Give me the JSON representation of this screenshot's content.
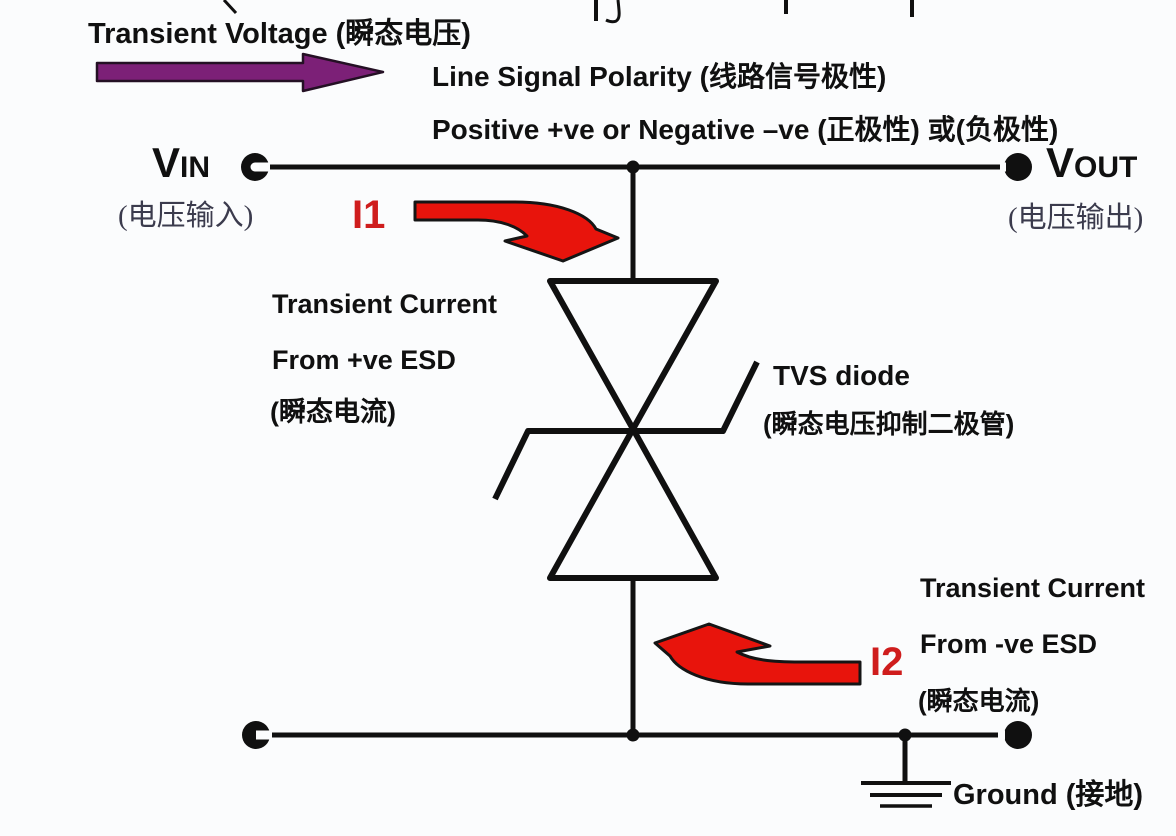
{
  "colors": {
    "background": "#fbfcfd",
    "wire": "#101010",
    "arrow_red": "#e8140c",
    "arrow_purple": "#7c2077",
    "current_label_red": "#cf1d1d",
    "cjk_sub_color": "#3b3b4d"
  },
  "top_annotations": {
    "transient_voltage": "Transient Voltage (瞬态电压)",
    "line_signal_polarity": "Line Signal Polarity (线路信号极性)",
    "polarity_line": "Positive +ve or Negative –ve (正极性) 或(负极性)"
  },
  "terminals": {
    "vin": {
      "v": "V",
      "rest": "IN",
      "sub": "(电压输入)"
    },
    "vout": {
      "v": "V",
      "rest": "OUT",
      "sub": "(电压输出)"
    }
  },
  "i1": {
    "label": "I1",
    "line1": "Transient Current",
    "line2": "From +ve ESD",
    "line3": "(瞬态电流)"
  },
  "i2": {
    "label": "I2",
    "line1": "Transient Current",
    "line2": "From -ve ESD",
    "line3": "(瞬态电流)"
  },
  "component": {
    "name": "TVS diode",
    "name_cn": "(瞬态电压抑制二极管)"
  },
  "ground": {
    "label": "Ground (接地)"
  }
}
